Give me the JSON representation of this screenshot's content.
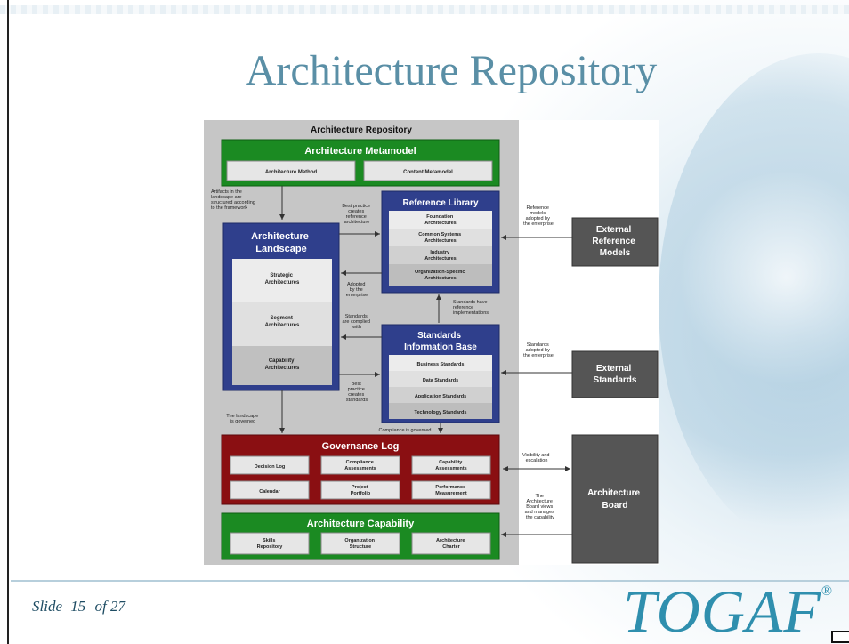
{
  "slide": {
    "title": "Architecture Repository",
    "footer_prefix": "Slide",
    "number": "15",
    "of_label": "of 27",
    "logo_text": "TOGAF",
    "logo_mark": "®"
  },
  "colors": {
    "title": "#5a8fa6",
    "green": "#1b8a22",
    "navy": "#2f3f8c",
    "dark_red": "#8a0f12",
    "grey_box": "#555555",
    "panel": "#c6c6c6"
  },
  "diagram": {
    "panel_title": "Architecture Repository",
    "metamodel": {
      "title": "Architecture Metamodel",
      "items": [
        "Architecture Method",
        "Content Metamodel"
      ]
    },
    "landscape": {
      "title_line1": "Architecture",
      "title_line2": "Landscape",
      "items": [
        {
          "line1": "Strategic",
          "line2": "Architectures"
        },
        {
          "line1": "Segment",
          "line2": "Architectures"
        },
        {
          "line1": "Capability",
          "line2": "Architectures"
        }
      ]
    },
    "reference_library": {
      "title": "Reference Library",
      "items": [
        {
          "line1": "Foundation",
          "line2": "Architectures"
        },
        {
          "line1": "Common Systems",
          "line2": "Architectures"
        },
        {
          "line1": "Industry",
          "line2": "Architectures"
        },
        {
          "line1": "Organization-Specific",
          "line2": "Architectures"
        }
      ]
    },
    "sib": {
      "title_line1": "Standards",
      "title_line2": "Information Base",
      "items": [
        "Business Standards",
        "Data Standards",
        "Application Standards",
        "Technology Standards"
      ]
    },
    "governance": {
      "title": "Governance Log",
      "items": [
        {
          "line1": "Decision Log",
          "line2": ""
        },
        {
          "line1": "Compliance",
          "line2": "Assessments"
        },
        {
          "line1": "Capability",
          "line2": "Assessments"
        },
        {
          "line1": "Calendar",
          "line2": ""
        },
        {
          "line1": "Project",
          "line2": "Portfolio"
        },
        {
          "line1": "Performance",
          "line2": "Measurement"
        }
      ]
    },
    "capability": {
      "title": "Architecture Capability",
      "items": [
        {
          "line1": "Skills",
          "line2": "Repository"
        },
        {
          "line1": "Organization",
          "line2": "Structure"
        },
        {
          "line1": "Architecture",
          "line2": "Charter"
        }
      ]
    },
    "external": [
      {
        "line1": "External",
        "line2": "Reference",
        "line3": "Models"
      },
      {
        "line1": "External",
        "line2": "Standards",
        "line3": ""
      },
      {
        "line1": "Architecture",
        "line2": "Board",
        "line3": ""
      }
    ],
    "annotations": {
      "artifacts": [
        "Artifacts in the",
        "landscape are",
        "structured according",
        "to the framework"
      ],
      "best_practice_ref": [
        "Best practice",
        "creates",
        "reference",
        "architecture"
      ],
      "adopted": [
        "Adopted",
        "by the",
        "enterprise"
      ],
      "standards_have_ref": [
        "Standards have",
        "reference",
        "implementations"
      ],
      "complied": [
        "Standards",
        "are complied",
        "with"
      ],
      "best_practice_std": [
        "Best",
        "practice",
        "creates",
        "standards"
      ],
      "landscape_governed": [
        "The landscape",
        "is governed"
      ],
      "compliance_governed": "Compliance is governed",
      "ref_models_adopted": [
        "Reference",
        "models",
        "adopted by",
        "the enterprise"
      ],
      "standards_adopted": [
        "Standards",
        "adopted by",
        "the enterprise"
      ],
      "visibility": [
        "Visibility and",
        "escalation"
      ],
      "board_views": [
        "The",
        "Architecture",
        "Board views",
        "and manages",
        "the capability"
      ]
    }
  }
}
